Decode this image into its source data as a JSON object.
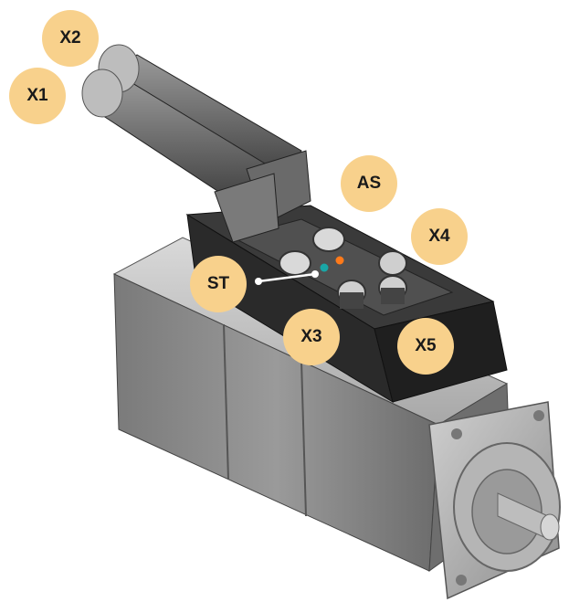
{
  "callouts": {
    "x2": "X2",
    "x1": "X1",
    "as": "AS",
    "x4": "X4",
    "st": "ST",
    "x3": "X3",
    "x5": "X5"
  },
  "colors": {
    "callout": "#f8d18c",
    "housing": "#2a2a2a",
    "motor_body": "#8c8c8c",
    "led_orange": "#ff7a1a",
    "led_teal": "#1aa6a6"
  }
}
